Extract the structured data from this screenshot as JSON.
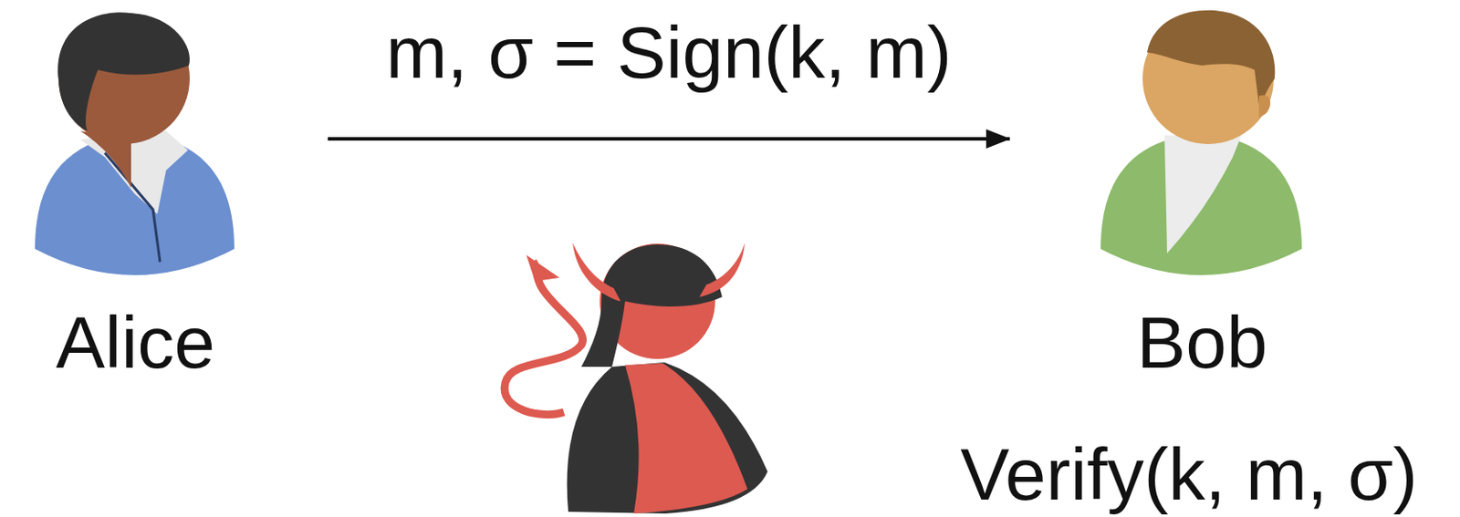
{
  "diagram": {
    "nodes": [
      {
        "text": [
          "Alice"
        ]
      },
      {
        "text": [
          "Bob"
        ]
      }
    ],
    "edges": [
      {
        "from": 0,
        "to": 1,
        "label": "m, σ = Sign(k, m)",
        "arrow": "to"
      }
    ],
    "labels": [
      "Verify(k, m, σ)"
    ]
  }
}
